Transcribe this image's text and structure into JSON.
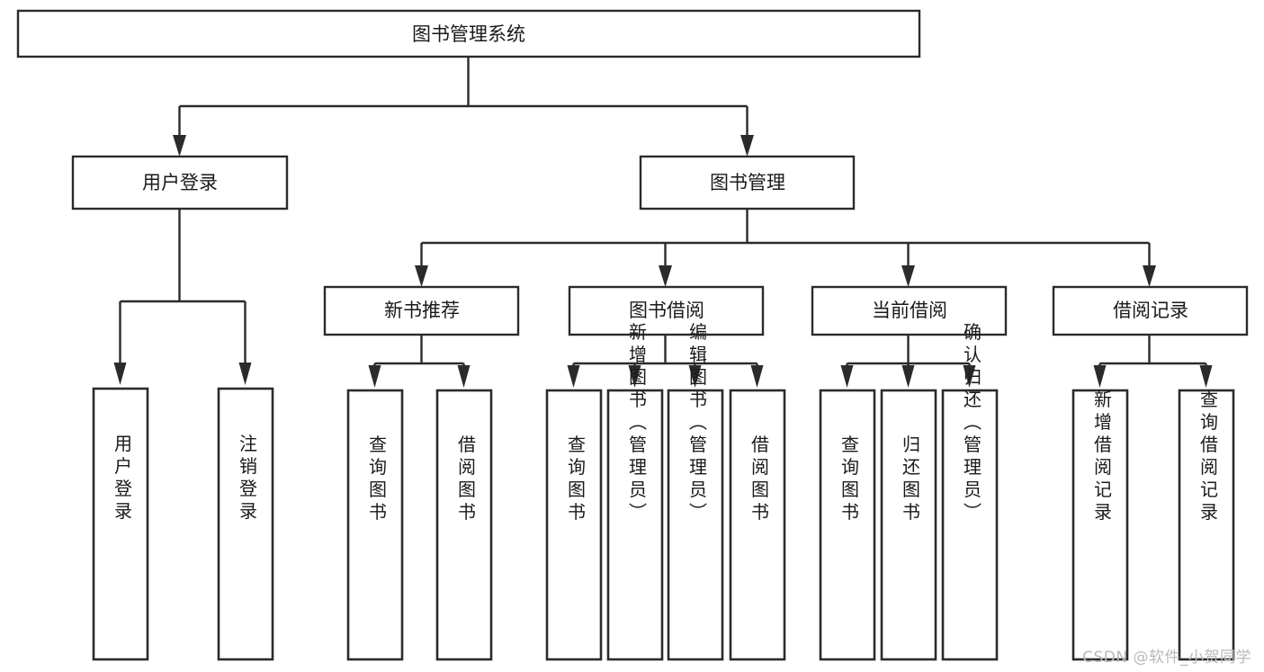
{
  "diagram": {
    "type": "tree",
    "title": "图书管理系统",
    "watermark": "CSDN @软件_小贺同学",
    "colors": {
      "background": "#ffffff",
      "stroke": "#2b2b2b",
      "text": "#1a1a1a",
      "watermark": "#b9b9b9"
    },
    "root": {
      "label": "图书管理系统"
    },
    "level2": [
      {
        "label": "用户登录"
      },
      {
        "label": "图书管理"
      }
    ],
    "level3": [
      {
        "label": "新书推荐"
      },
      {
        "label": "图书借阅"
      },
      {
        "label": "当前借阅"
      },
      {
        "label": "借阅记录"
      }
    ],
    "leaves": {
      "user_login": [
        {
          "label": "用户登录"
        },
        {
          "label": "注销登录"
        }
      ],
      "new_book_recommend": [
        {
          "label": "查询图书"
        },
        {
          "label": "借阅图书"
        }
      ],
      "book_borrow": [
        {
          "label": "查询图书"
        },
        {
          "label": "新增图书（管理员）"
        },
        {
          "label": "编辑图书（管理员）"
        },
        {
          "label": "借阅图书"
        }
      ],
      "current_borrow": [
        {
          "label": "查询图书"
        },
        {
          "label": "归还图书"
        },
        {
          "label": "确认归还（管理员）"
        }
      ],
      "borrow_record": [
        {
          "label": "新增借阅记录"
        },
        {
          "label": "查询借阅记录"
        }
      ]
    }
  }
}
